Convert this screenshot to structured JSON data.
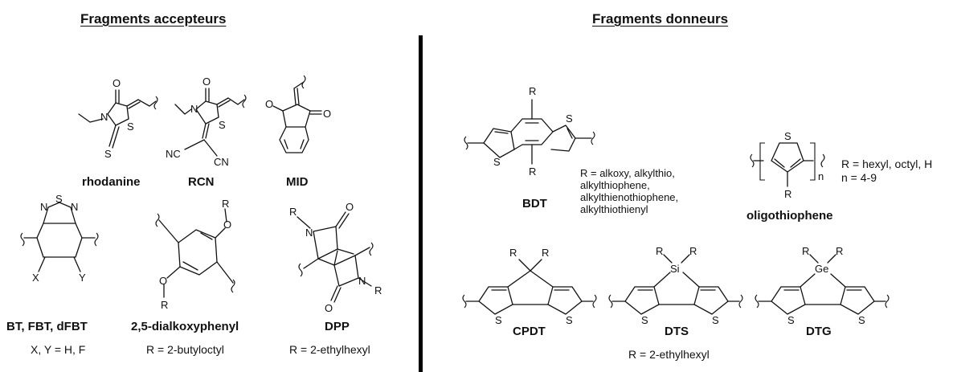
{
  "headings": {
    "acceptors": "Fragments accepteurs",
    "donors": "Fragments donneurs"
  },
  "acceptors": [
    {
      "name": "rhodanine"
    },
    {
      "name": "RCN"
    },
    {
      "name": "MID"
    },
    {
      "name": "BT, FBT, dFBT",
      "sub": "X, Y = H, F"
    },
    {
      "name": "2,5-dialkoxyphenyl",
      "sub": "R = 2-butyloctyl"
    },
    {
      "name": "DPP",
      "sub": "R = 2-ethylhexyl"
    }
  ],
  "donors": [
    {
      "name": "BDT",
      "desc": [
        "R = alkoxy, alkylthio,",
        "alkylthiophene,",
        "alkylthienothiophene,",
        "alkylthiothienyl"
      ]
    },
    {
      "name": "oligothiophene",
      "desc": [
        "R = hexyl, octyl, H",
        "n = 4-9"
      ]
    },
    {
      "name": "CPDT"
    },
    {
      "name": "DTS"
    },
    {
      "name": "DTG"
    }
  ],
  "donors_footnote": "R = 2-ethylhexyl",
  "atoms": {
    "O": "O",
    "S": "S",
    "N": "N",
    "R": "R",
    "X": "X",
    "Y": "Y",
    "NC": "NC",
    "CN": "CN",
    "n": "n",
    "Si": "Si",
    "Ge": "Ge"
  }
}
